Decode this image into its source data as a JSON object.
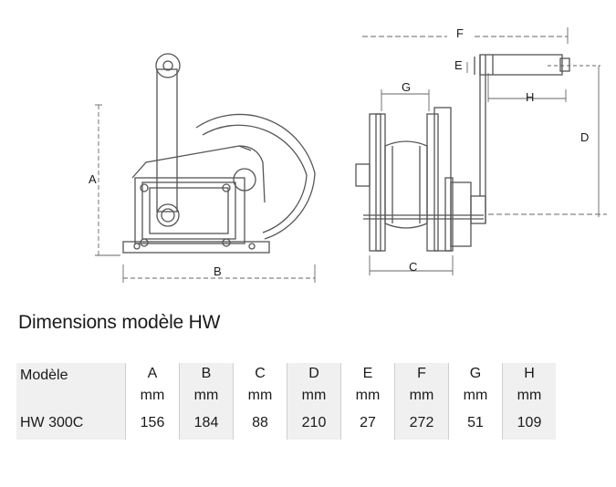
{
  "drawing": {
    "labels": {
      "A": "A",
      "B": "B",
      "C": "C",
      "D": "D",
      "E": "E",
      "F": "F",
      "G": "G",
      "H": "H"
    }
  },
  "title": "Dimensions modèle HW",
  "table": {
    "header_model": "Modèle",
    "columns": [
      {
        "letter": "A",
        "unit": "mm"
      },
      {
        "letter": "B",
        "unit": "mm"
      },
      {
        "letter": "C",
        "unit": "mm"
      },
      {
        "letter": "D",
        "unit": "mm"
      },
      {
        "letter": "E",
        "unit": "mm"
      },
      {
        "letter": "F",
        "unit": "mm"
      },
      {
        "letter": "G",
        "unit": "mm"
      },
      {
        "letter": "H",
        "unit": "mm"
      }
    ],
    "rows": [
      {
        "model": "HW 300C",
        "values": [
          "156",
          "184",
          "88",
          "210",
          "27",
          "272",
          "51",
          "109"
        ]
      }
    ]
  }
}
